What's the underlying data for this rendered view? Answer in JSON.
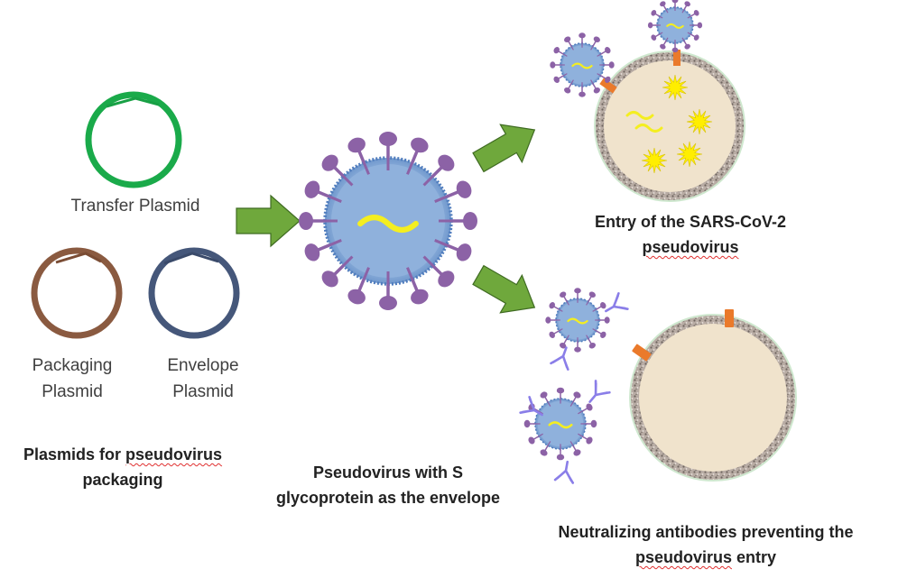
{
  "labels": {
    "transfer": "Transfer Plasmid",
    "packaging_1": "Packaging",
    "packaging_2": "Plasmid",
    "envelope_1": "Envelope",
    "envelope_2": "Plasmid",
    "plasmids_1a": "Plasmids for ",
    "plasmids_1b": "pseudovirus",
    "plasmids_2": "packaging",
    "pseudo_1": "Pseudovirus with S",
    "pseudo_2": "glycoprotein as the envelope",
    "entry_1": "Entry of the SARS-CoV-2",
    "entry_2": "pseudovirus",
    "neut_1": "Neutralizing antibodies preventing the",
    "neut_2a": "pseudovirus",
    "neut_2b": " entry"
  },
  "colors": {
    "transfer_plasmid": "#1aaa4a",
    "packaging_plasmid": "#8a5a40",
    "envelope_plasmid": "#45577a",
    "arrow": "#6fa83c",
    "virus_body": "#8fb1dc",
    "virus_edge": "#4f7cbd",
    "spike": "#8c62a6",
    "rna": "#f4ee20",
    "cell_cytoplasm": "#f0e3cc",
    "cell_membrane": "#9a8e86",
    "receptor": "#ea7a2b",
    "signal": "#ffee00",
    "antibody": "#8a7ee8"
  }
}
